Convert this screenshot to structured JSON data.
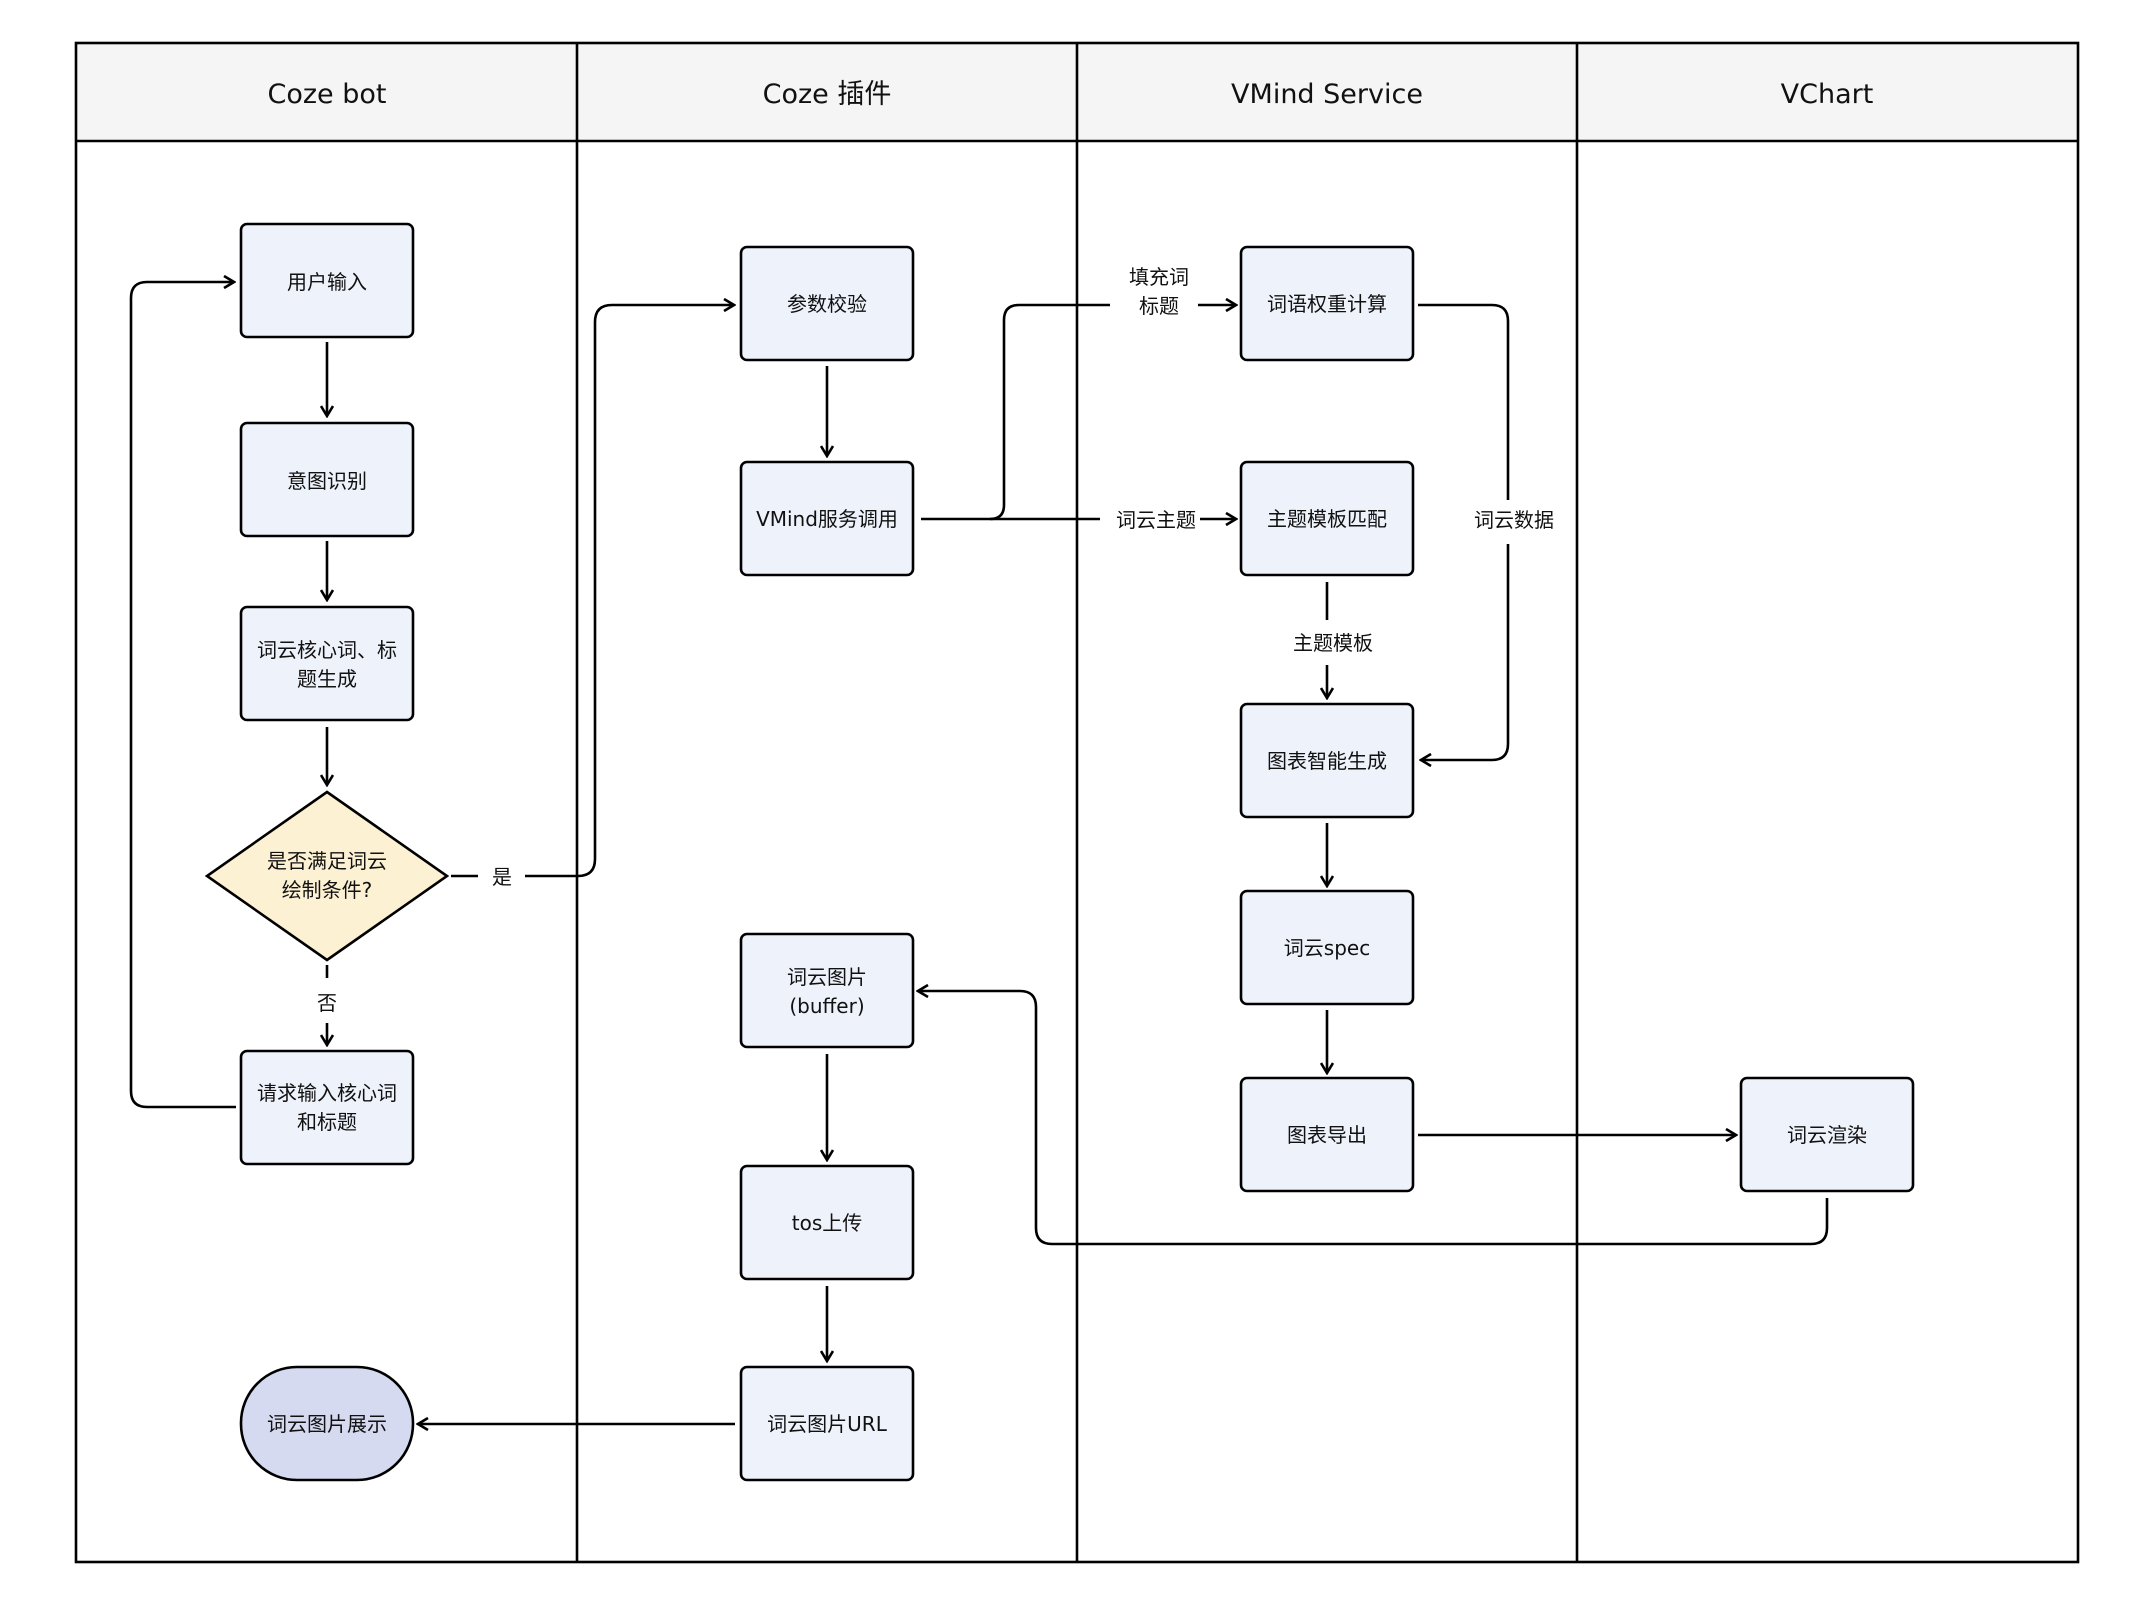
{
  "lanes": [
    {
      "title": "Coze bot"
    },
    {
      "title": "Coze 插件"
    },
    {
      "title": "VMind Service"
    },
    {
      "title": "VChart"
    }
  ],
  "nodes": {
    "user_input": {
      "lines": [
        "用户输入"
      ]
    },
    "intent": {
      "lines": [
        "意图识别"
      ]
    },
    "keyword_gen": {
      "lines": [
        "词云核心词、标",
        "题生成"
      ]
    },
    "decision": {
      "lines": [
        "是否满足词云",
        "绘制条件?"
      ]
    },
    "request_input": {
      "lines": [
        "请求输入核心词",
        "和标题"
      ]
    },
    "show_image": {
      "lines": [
        "词云图片展示"
      ]
    },
    "param_check": {
      "lines": [
        "参数校验"
      ]
    },
    "vmind_call": {
      "lines": [
        "VMind服务调用"
      ]
    },
    "image_buffer": {
      "lines": [
        "词云图片",
        "(buffer)"
      ]
    },
    "tos_upload": {
      "lines": [
        "tos上传"
      ]
    },
    "image_url": {
      "lines": [
        "词云图片URL"
      ]
    },
    "weight_calc": {
      "lines": [
        "词语权重计算"
      ]
    },
    "theme_match": {
      "lines": [
        "主题模板匹配"
      ]
    },
    "chart_gen": {
      "lines": [
        "图表智能生成"
      ]
    },
    "spec": {
      "lines": [
        "词云spec"
      ]
    },
    "chart_export": {
      "lines": [
        "图表导出"
      ]
    },
    "render": {
      "lines": [
        "词云渲染"
      ]
    }
  },
  "edge_labels": {
    "yes": [
      "是"
    ],
    "no": [
      "否"
    ],
    "fill_words": [
      "填充词",
      "标题"
    ],
    "wordcloud_theme": [
      "词云主题"
    ],
    "wordcloud_data": [
      "词云数据"
    ],
    "theme_template": [
      "主题模板"
    ]
  },
  "colors": {
    "box_fill": "#eef2fb",
    "decision_fill": "#fdf1d3",
    "terminal_fill": "#d6daf0",
    "header_fill": "#f5f5f5",
    "stroke": "#000000"
  }
}
